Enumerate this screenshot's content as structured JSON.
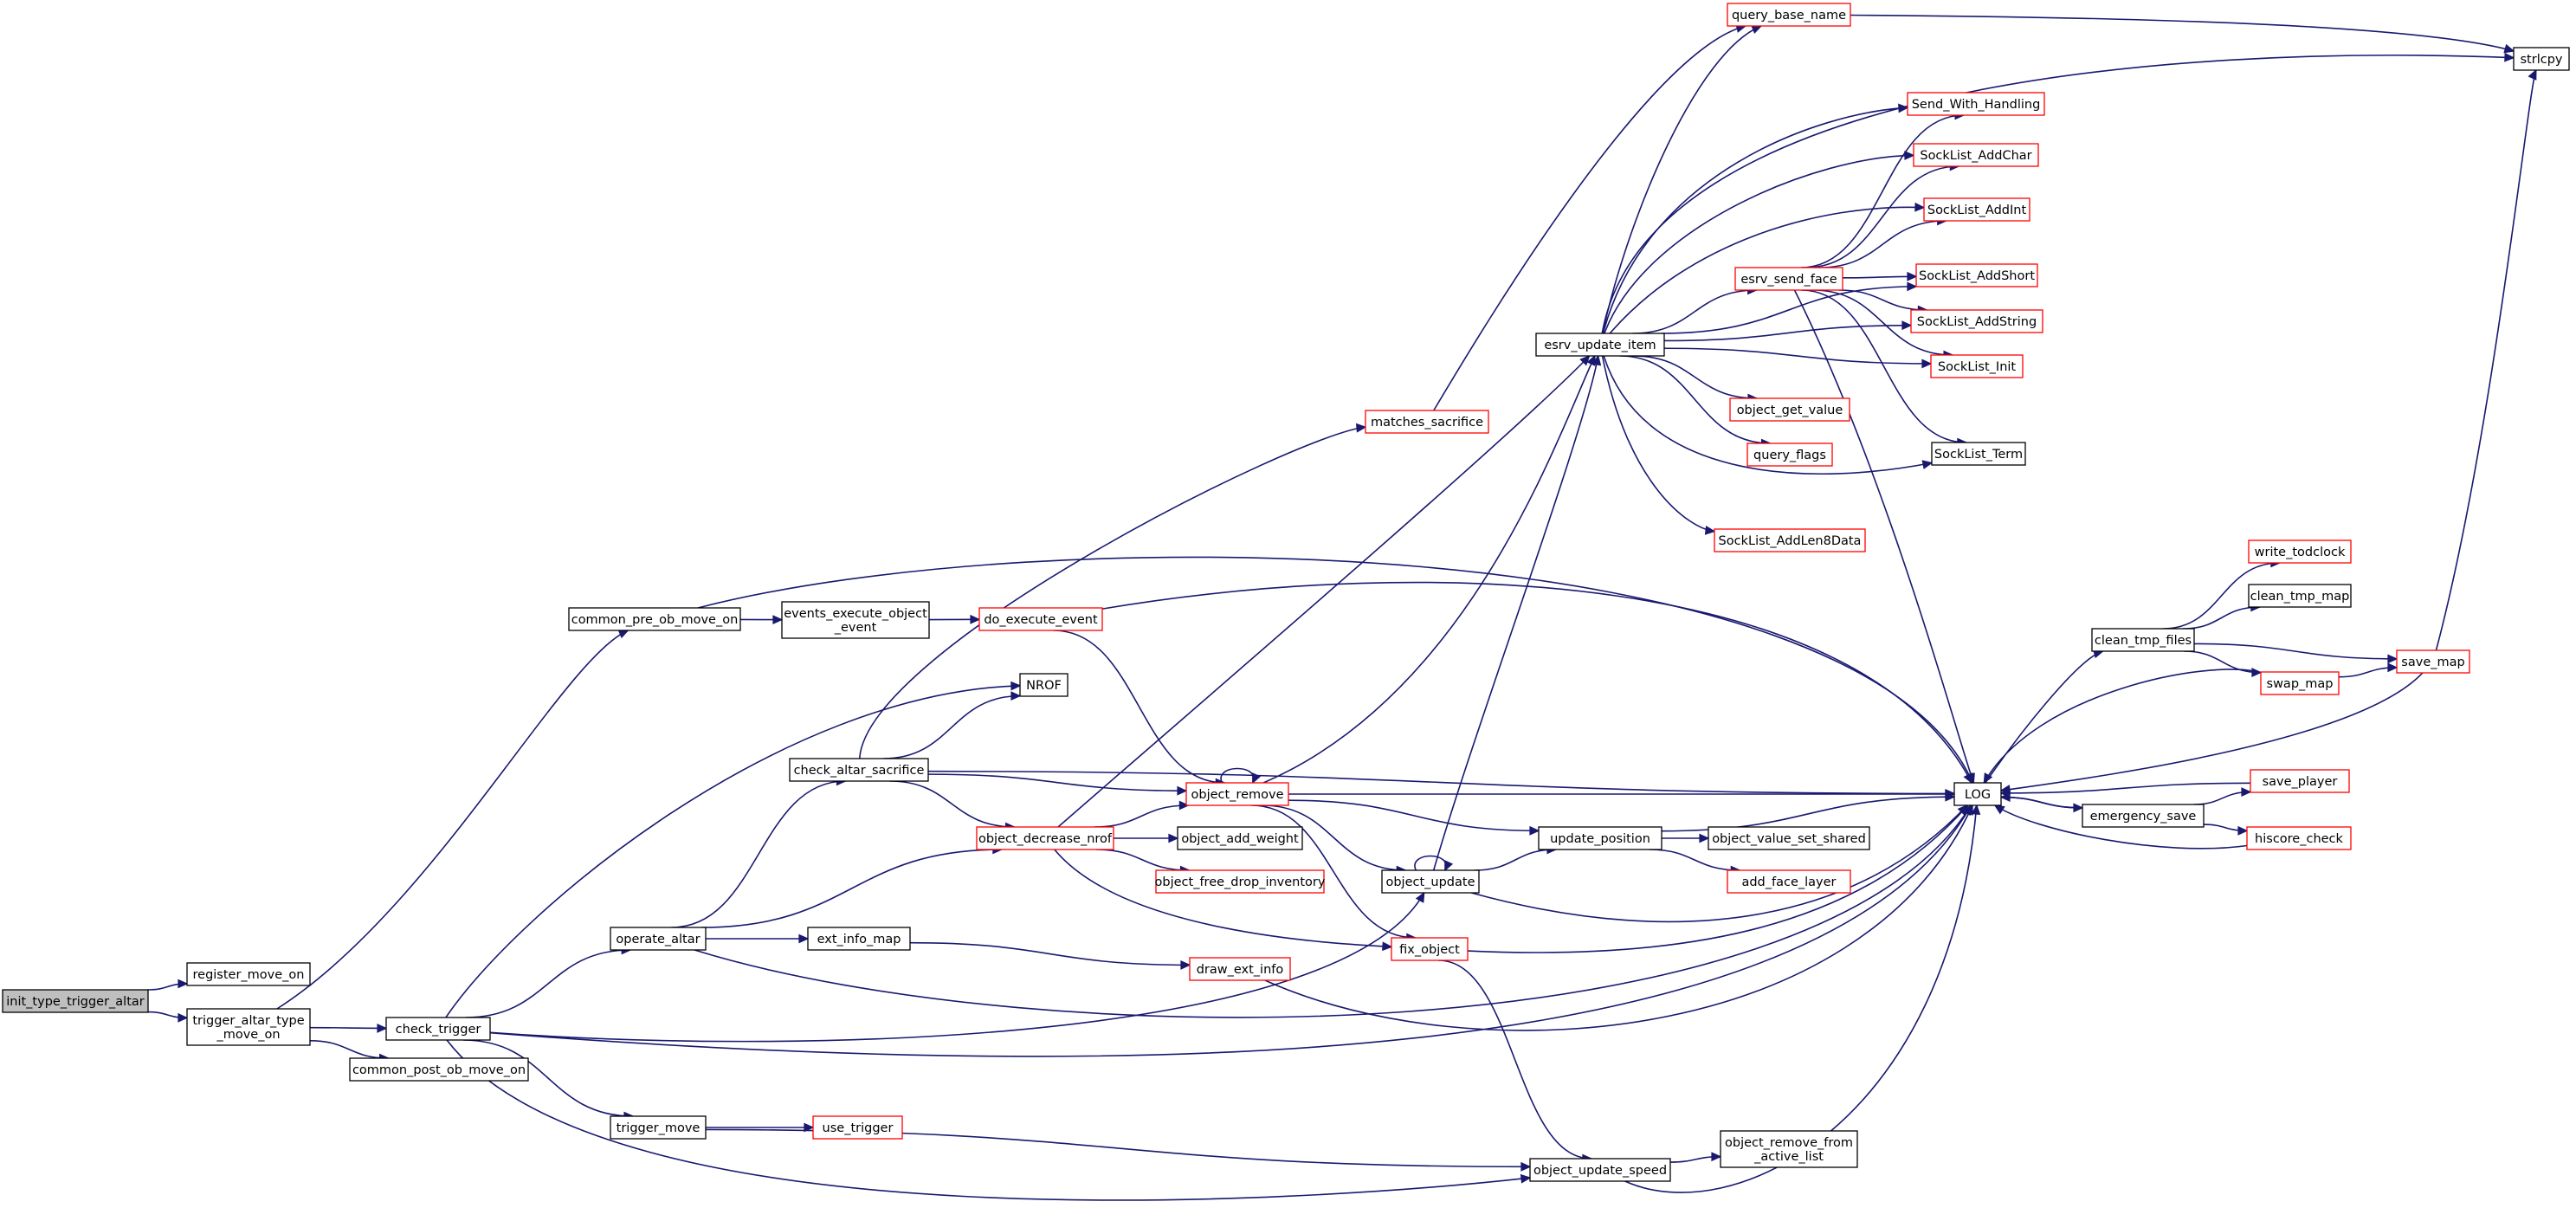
{
  "colors": {
    "edge": "#191970",
    "node_border_normal": "#000000",
    "node_border_red": "#ff0000",
    "node_fill": "#ffffff",
    "root_fill": "#bfbfbf",
    "text": "#000000"
  },
  "nodes": [
    {
      "id": "init_type_trigger_altar",
      "lines": [
        "init_type_trigger_altar"
      ],
      "style": "root"
    },
    {
      "id": "register_move_on",
      "lines": [
        "register_move_on"
      ],
      "style": "normal"
    },
    {
      "id": "trigger_altar_type_move_on",
      "lines": [
        "trigger_altar_type",
        "_move_on"
      ],
      "style": "normal"
    },
    {
      "id": "common_pre_ob_move_on",
      "lines": [
        "common_pre_ob_move_on"
      ],
      "style": "normal"
    },
    {
      "id": "check_trigger",
      "lines": [
        "check_trigger"
      ],
      "style": "normal"
    },
    {
      "id": "common_post_ob_move_on",
      "lines": [
        "common_post_ob_move_on"
      ],
      "style": "normal"
    },
    {
      "id": "events_execute_object_event",
      "lines": [
        "events_execute_object",
        "_event"
      ],
      "style": "normal"
    },
    {
      "id": "do_execute_event",
      "lines": [
        "do_execute_event"
      ],
      "style": "red"
    },
    {
      "id": "operate_altar",
      "lines": [
        "operate_altar"
      ],
      "style": "normal"
    },
    {
      "id": "trigger_move",
      "lines": [
        "trigger_move"
      ],
      "style": "normal"
    },
    {
      "id": "check_altar_sacrifice",
      "lines": [
        "check_altar_sacrifice"
      ],
      "style": "normal"
    },
    {
      "id": "NROF",
      "lines": [
        "NROF"
      ],
      "style": "normal"
    },
    {
      "id": "matches_sacrifice",
      "lines": [
        "matches_sacrifice"
      ],
      "style": "red"
    },
    {
      "id": "object_decrease_nrof",
      "lines": [
        "object_decrease_nrof"
      ],
      "style": "red"
    },
    {
      "id": "object_remove",
      "lines": [
        "object_remove"
      ],
      "style": "red"
    },
    {
      "id": "ext_info_map",
      "lines": [
        "ext_info_map"
      ],
      "style": "normal"
    },
    {
      "id": "draw_ext_info",
      "lines": [
        "draw_ext_info"
      ],
      "style": "red"
    },
    {
      "id": "use_trigger",
      "lines": [
        "use_trigger"
      ],
      "style": "red"
    },
    {
      "id": "object_add_weight",
      "lines": [
        "object_add_weight"
      ],
      "style": "normal"
    },
    {
      "id": "object_free_drop_inventory",
      "lines": [
        "object_free_drop_inventory"
      ],
      "style": "red"
    },
    {
      "id": "object_update",
      "lines": [
        "object_update"
      ],
      "style": "normal"
    },
    {
      "id": "fix_object",
      "lines": [
        "fix_object"
      ],
      "style": "red"
    },
    {
      "id": "object_update_speed",
      "lines": [
        "object_update_speed"
      ],
      "style": "normal"
    },
    {
      "id": "esrv_update_item",
      "lines": [
        "esrv_update_item"
      ],
      "style": "normal"
    },
    {
      "id": "query_base_name",
      "lines": [
        "query_base_name"
      ],
      "style": "red"
    },
    {
      "id": "update_position",
      "lines": [
        "update_position"
      ],
      "style": "normal"
    },
    {
      "id": "object_value_set_shared",
      "lines": [
        "object_value_set_shared"
      ],
      "style": "normal"
    },
    {
      "id": "add_face_layer",
      "lines": [
        "add_face_layer"
      ],
      "style": "red"
    },
    {
      "id": "object_remove_from_active_list",
      "lines": [
        "object_remove_from",
        "_active_list"
      ],
      "style": "normal"
    },
    {
      "id": "esrv_send_face",
      "lines": [
        "esrv_send_face"
      ],
      "style": "red"
    },
    {
      "id": "object_get_value",
      "lines": [
        "object_get_value"
      ],
      "style": "red"
    },
    {
      "id": "query_flags",
      "lines": [
        "query_flags"
      ],
      "style": "red"
    },
    {
      "id": "SockList_AddLen8Data",
      "lines": [
        "SockList_AddLen8Data"
      ],
      "style": "red"
    },
    {
      "id": "Send_With_Handling",
      "lines": [
        "Send_With_Handling"
      ],
      "style": "red"
    },
    {
      "id": "SockList_AddChar",
      "lines": [
        "SockList_AddChar"
      ],
      "style": "red"
    },
    {
      "id": "SockList_AddInt",
      "lines": [
        "SockList_AddInt"
      ],
      "style": "red"
    },
    {
      "id": "SockList_AddShort",
      "lines": [
        "SockList_AddShort"
      ],
      "style": "red"
    },
    {
      "id": "SockList_AddString",
      "lines": [
        "SockList_AddString"
      ],
      "style": "red"
    },
    {
      "id": "SockList_Init",
      "lines": [
        "SockList_Init"
      ],
      "style": "red"
    },
    {
      "id": "SockList_Term",
      "lines": [
        "SockList_Term"
      ],
      "style": "normal"
    },
    {
      "id": "LOG",
      "lines": [
        "LOG"
      ],
      "style": "normal"
    },
    {
      "id": "clean_tmp_files",
      "lines": [
        "clean_tmp_files"
      ],
      "style": "normal"
    },
    {
      "id": "emergency_save",
      "lines": [
        "emergency_save"
      ],
      "style": "normal"
    },
    {
      "id": "write_todclock",
      "lines": [
        "write_todclock"
      ],
      "style": "red"
    },
    {
      "id": "clean_tmp_map",
      "lines": [
        "clean_tmp_map"
      ],
      "style": "normal"
    },
    {
      "id": "swap_map",
      "lines": [
        "swap_map"
      ],
      "style": "red"
    },
    {
      "id": "save_map",
      "lines": [
        "save_map"
      ],
      "style": "red"
    },
    {
      "id": "save_player",
      "lines": [
        "save_player"
      ],
      "style": "red"
    },
    {
      "id": "hiscore_check",
      "lines": [
        "hiscore_check"
      ],
      "style": "red"
    },
    {
      "id": "strlcpy",
      "lines": [
        "strlcpy"
      ],
      "style": "normal"
    }
  ],
  "edges": [
    [
      "init_type_trigger_altar",
      "register_move_on"
    ],
    [
      "init_type_trigger_altar",
      "trigger_altar_type_move_on"
    ],
    [
      "trigger_altar_type_move_on",
      "common_pre_ob_move_on"
    ],
    [
      "trigger_altar_type_move_on",
      "check_trigger"
    ],
    [
      "trigger_altar_type_move_on",
      "common_post_ob_move_on"
    ],
    [
      "common_pre_ob_move_on",
      "events_execute_object_event"
    ],
    [
      "common_pre_ob_move_on",
      "LOG"
    ],
    [
      "events_execute_object_event",
      "do_execute_event"
    ],
    [
      "do_execute_event",
      "LOG"
    ],
    [
      "do_execute_event",
      "object_remove"
    ],
    [
      "check_trigger",
      "NROF"
    ],
    [
      "check_trigger",
      "operate_altar"
    ],
    [
      "check_trigger",
      "trigger_move"
    ],
    [
      "check_trigger",
      "object_update"
    ],
    [
      "check_trigger",
      "LOG"
    ],
    [
      "check_trigger",
      "object_update_speed"
    ],
    [
      "operate_altar",
      "check_altar_sacrifice"
    ],
    [
      "operate_altar",
      "object_decrease_nrof"
    ],
    [
      "operate_altar",
      "ext_info_map"
    ],
    [
      "operate_altar",
      "LOG"
    ],
    [
      "check_altar_sacrifice",
      "matches_sacrifice"
    ],
    [
      "check_altar_sacrifice",
      "NROF"
    ],
    [
      "check_altar_sacrifice",
      "LOG"
    ],
    [
      "check_altar_sacrifice",
      "object_remove"
    ],
    [
      "check_altar_sacrifice",
      "object_decrease_nrof"
    ],
    [
      "matches_sacrifice",
      "query_base_name"
    ],
    [
      "object_decrease_nrof",
      "esrv_update_item"
    ],
    [
      "object_decrease_nrof",
      "object_remove"
    ],
    [
      "object_decrease_nrof",
      "object_add_weight"
    ],
    [
      "object_decrease_nrof",
      "object_free_drop_inventory"
    ],
    [
      "object_decrease_nrof",
      "fix_object"
    ],
    [
      "object_remove",
      "object_remove"
    ],
    [
      "object_remove",
      "esrv_update_item"
    ],
    [
      "object_remove",
      "LOG"
    ],
    [
      "object_remove",
      "update_position"
    ],
    [
      "object_remove",
      "object_update"
    ],
    [
      "object_remove",
      "fix_object"
    ],
    [
      "ext_info_map",
      "draw_ext_info"
    ],
    [
      "draw_ext_info",
      "LOG"
    ],
    [
      "trigger_move",
      "use_trigger"
    ],
    [
      "trigger_move",
      "object_update_speed"
    ],
    [
      "object_update",
      "object_update"
    ],
    [
      "object_update",
      "esrv_update_item"
    ],
    [
      "object_update",
      "update_position"
    ],
    [
      "object_update",
      "LOG"
    ],
    [
      "fix_object",
      "LOG"
    ],
    [
      "fix_object",
      "object_update_speed"
    ],
    [
      "object_update_speed",
      "object_remove_from_active_list"
    ],
    [
      "object_update_speed",
      "LOG"
    ],
    [
      "update_position",
      "LOG"
    ],
    [
      "update_position",
      "object_value_set_shared"
    ],
    [
      "update_position",
      "add_face_layer"
    ],
    [
      "esrv_update_item",
      "query_base_name"
    ],
    [
      "esrv_update_item",
      "strlcpy"
    ],
    [
      "esrv_update_item",
      "Send_With_Handling"
    ],
    [
      "esrv_update_item",
      "SockList_AddChar"
    ],
    [
      "esrv_update_item",
      "SockList_AddInt"
    ],
    [
      "esrv_update_item",
      "SockList_AddShort"
    ],
    [
      "esrv_update_item",
      "esrv_send_face"
    ],
    [
      "esrv_update_item",
      "SockList_AddString"
    ],
    [
      "esrv_update_item",
      "SockList_Init"
    ],
    [
      "esrv_update_item",
      "object_get_value"
    ],
    [
      "esrv_update_item",
      "query_flags"
    ],
    [
      "esrv_update_item",
      "SockList_Term"
    ],
    [
      "esrv_update_item",
      "SockList_AddLen8Data"
    ],
    [
      "esrv_send_face",
      "Send_With_Handling"
    ],
    [
      "esrv_send_face",
      "SockList_AddChar"
    ],
    [
      "esrv_send_face",
      "SockList_AddInt"
    ],
    [
      "esrv_send_face",
      "SockList_AddShort"
    ],
    [
      "esrv_send_face",
      "SockList_AddString"
    ],
    [
      "esrv_send_face",
      "SockList_Init"
    ],
    [
      "esrv_send_face",
      "SockList_Term"
    ],
    [
      "esrv_send_face",
      "LOG"
    ],
    [
      "query_base_name",
      "strlcpy"
    ],
    [
      "LOG",
      "clean_tmp_files"
    ],
    [
      "LOG",
      "emergency_save"
    ],
    [
      "clean_tmp_files",
      "write_todclock"
    ],
    [
      "clean_tmp_files",
      "clean_tmp_map"
    ],
    [
      "clean_tmp_files",
      "swap_map"
    ],
    [
      "clean_tmp_files",
      "save_map"
    ],
    [
      "swap_map",
      "LOG"
    ],
    [
      "swap_map",
      "save_map"
    ],
    [
      "save_map",
      "LOG"
    ],
    [
      "save_map",
      "strlcpy"
    ],
    [
      "emergency_save",
      "LOG"
    ],
    [
      "emergency_save",
      "save_player"
    ],
    [
      "emergency_save",
      "hiscore_check"
    ],
    [
      "save_player",
      "LOG"
    ],
    [
      "hiscore_check",
      "LOG"
    ]
  ]
}
